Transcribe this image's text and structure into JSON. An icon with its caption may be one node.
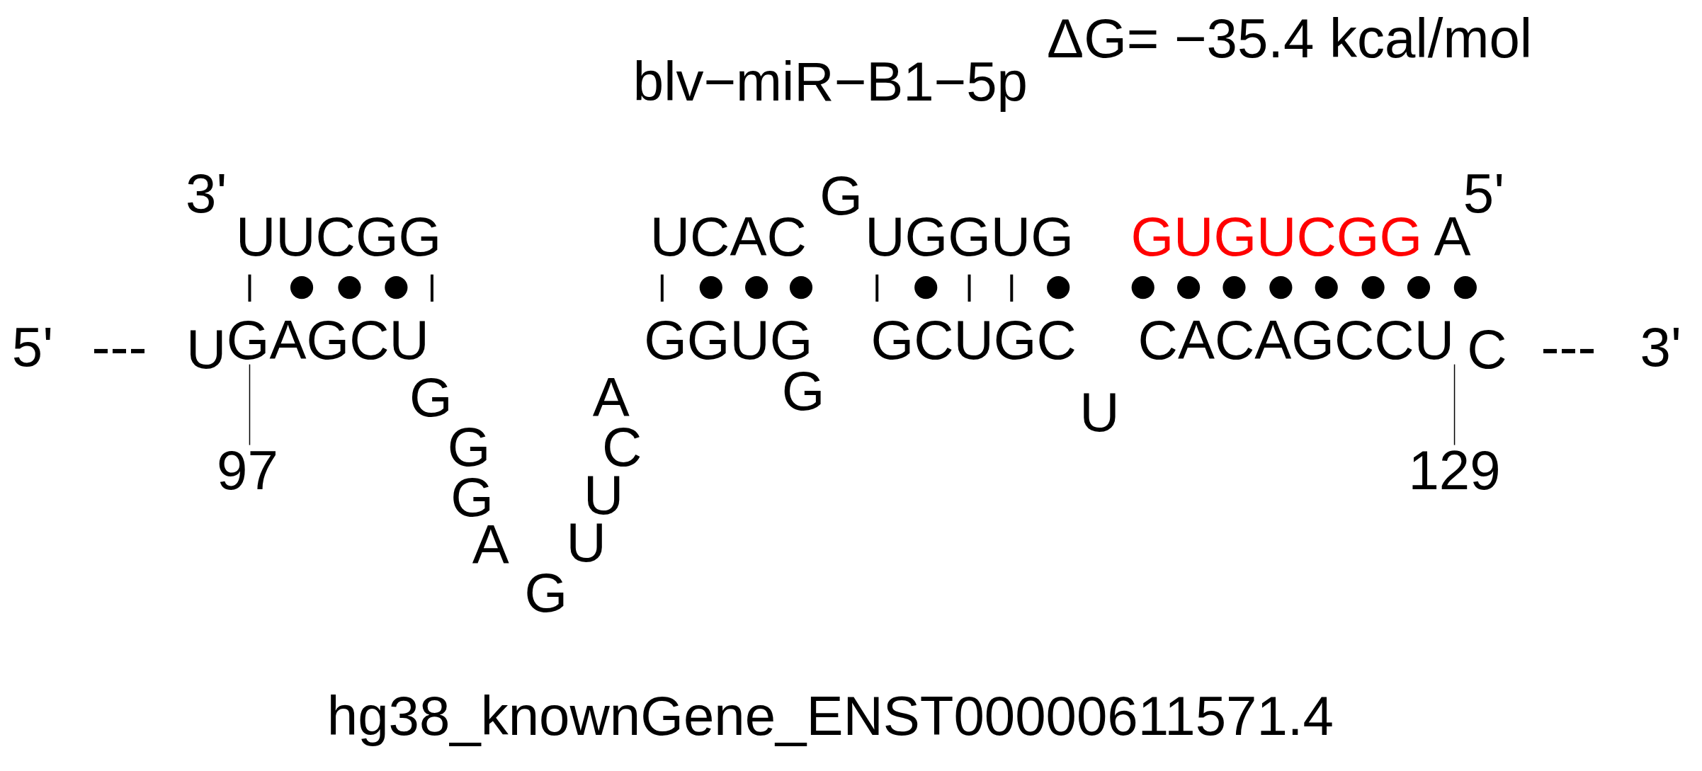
{
  "diagram": {
    "nodes": [
      {
        "text": [
          "GAGCU"
        ]
      },
      {
        "text": [
          "CACAGCCU"
        ]
      },
      {
        "text": [
          "97"
        ]
      },
      {
        "text": [
          "129"
        ]
      }
    ],
    "edges": [
      {
        "from": 2,
        "to": 0,
        "arrow": "none"
      },
      {
        "from": 3,
        "to": 1,
        "arrow": "none"
      }
    ],
    "labels": [
      "ΔG= −35.4 kcal/mol",
      "blv−miR−B1−5p",
      "3'",
      "G",
      "5'",
      "UUCGG",
      "UCAC",
      "UGGUG",
      "GUGUCGG",
      "A",
      "5'",
      "---",
      "U",
      "GGUG",
      "GCUGC",
      "C",
      "---",
      "3'",
      "G",
      "A",
      "G",
      "U",
      "G",
      "C",
      "G",
      "U",
      "A",
      "U",
      "G",
      "hg38_knownGene_ENST00000611571.4"
    ]
  }
}
